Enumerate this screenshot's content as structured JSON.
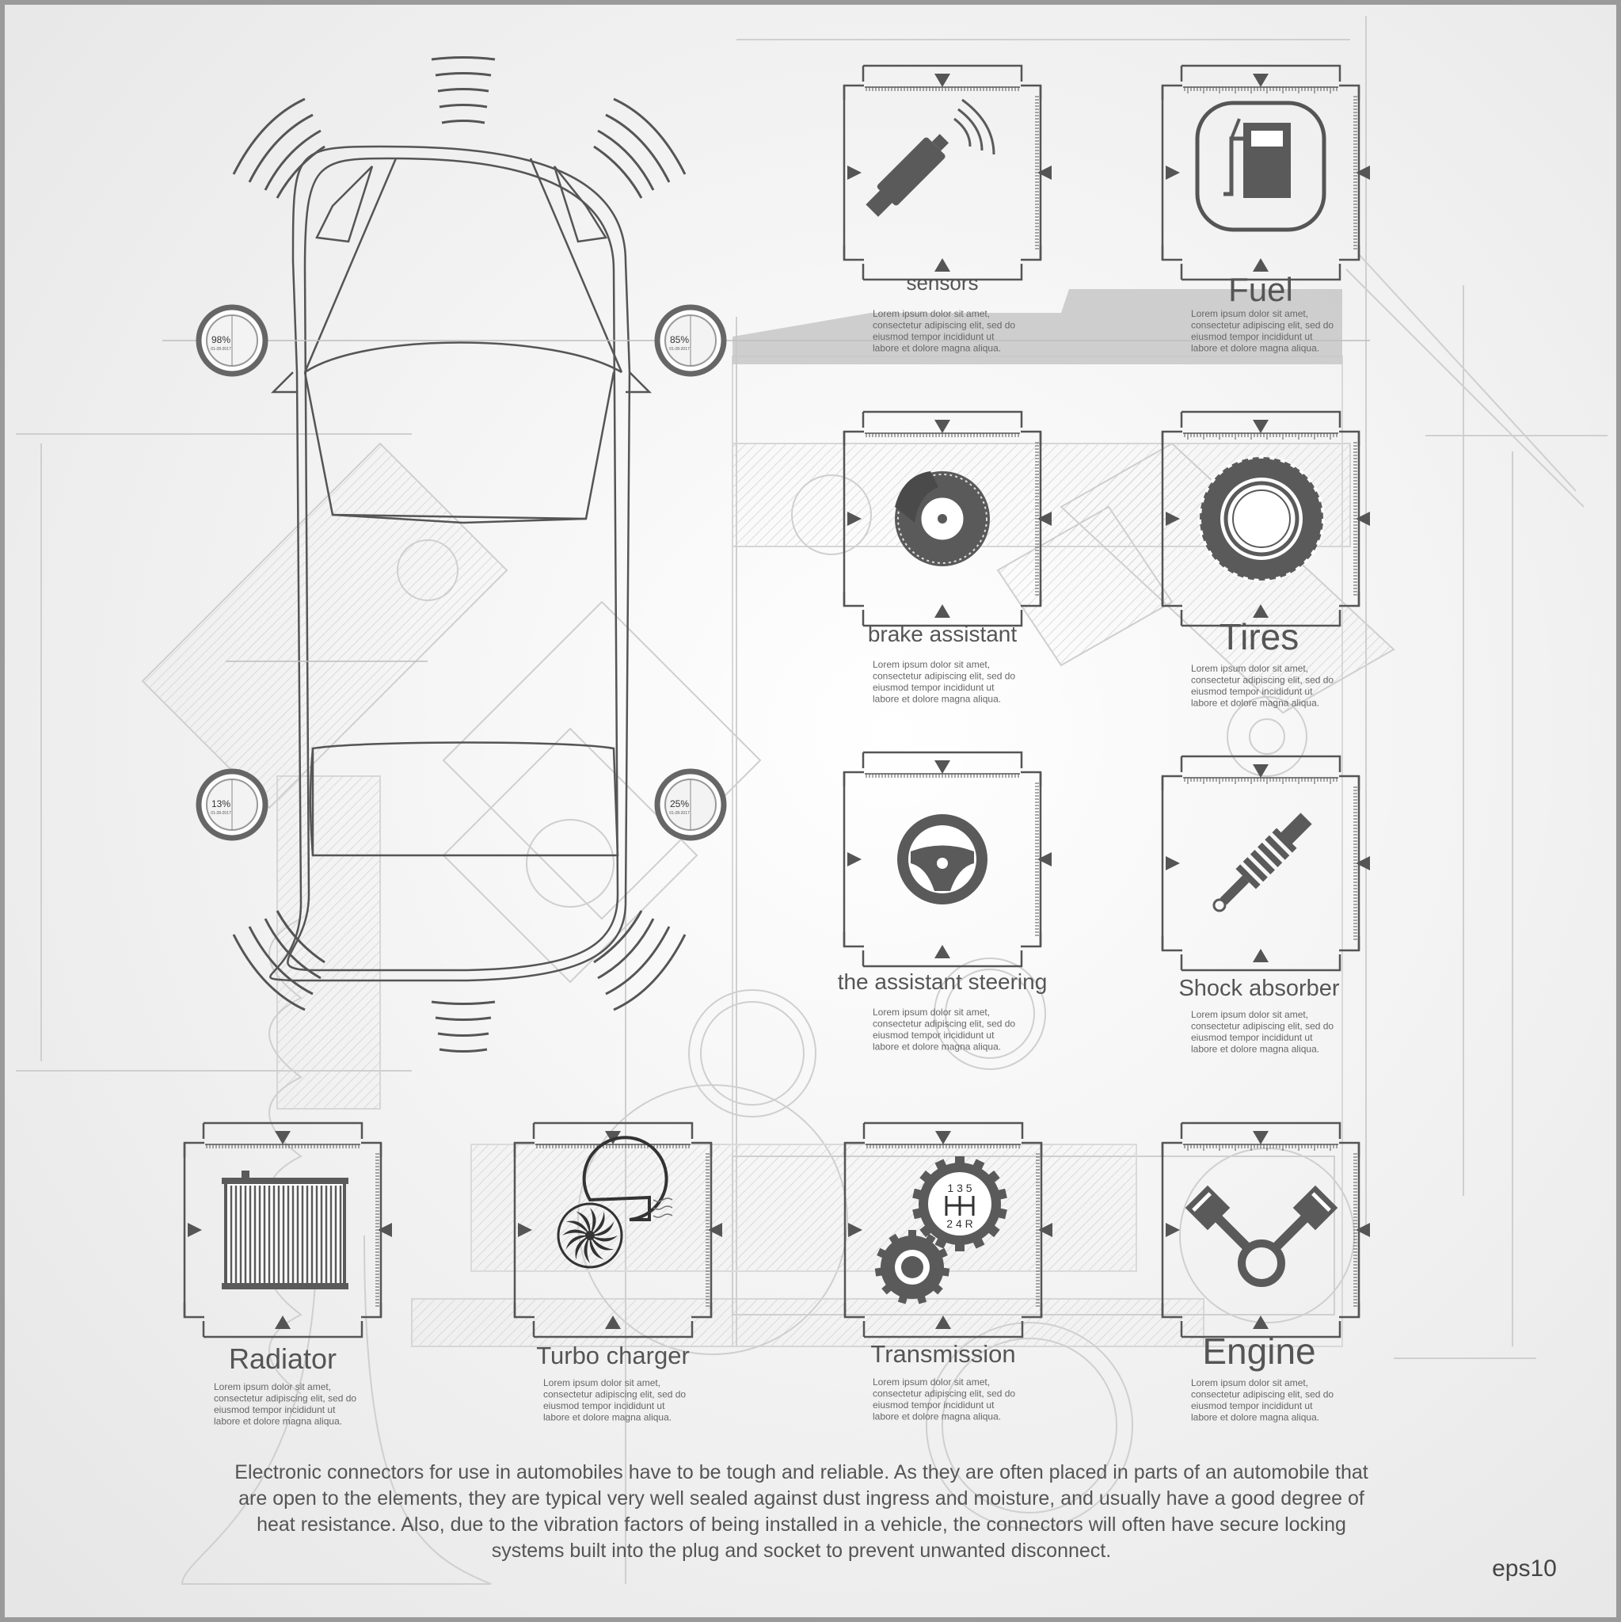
{
  "labels": {
    "sensors": "sensors",
    "fuel": "Fuel",
    "brake": "brake assistant",
    "tires": "Tires",
    "steering": "the assistant steering",
    "shock": "Shock absorber",
    "radiator": "Radiator",
    "turbo": "Turbo  charger",
    "transmission": "Transmission",
    "engine": "Engine"
  },
  "lorem": [
    "Lorem ipsum dolor sit amet,",
    "consectetur adipiscing elit, sed do",
    "eiusmod tempor incididunt ut",
    "labore et dolore magna aliqua."
  ],
  "gauges": [
    "98%",
    "85%",
    "13%",
    "25%"
  ],
  "gauge_date": "01-28-2017",
  "gear_numbers": [
    "1 3 5",
    "2 4 R"
  ],
  "bottom_text": [
    "Electronic connectors for use in automobiles have to be tough and reliable. As they are often placed in parts of an automobile that",
    "are open to the elements, they are typical very well sealed against dust ingress and moisture, and usually have a good degree of",
    "heat resistance. Also, due to the vibration factors of being installed in a vehicle, the connectors will often have secure locking",
    "systems built into the plug and socket to prevent unwanted disconnect."
  ],
  "format_tag": "eps10",
  "icons": [
    "sensor-icon",
    "fuel-pump-icon",
    "brake-disc-icon",
    "tire-icon",
    "steering-wheel-icon",
    "shock-absorber-icon",
    "radiator-icon",
    "turbocharger-icon",
    "gearbox-icon",
    "engine-piston-icon"
  ],
  "colors": {
    "background_center": "#ffffff",
    "background_edge": "#e6e6e6",
    "icon_fill": "#5a5a5a",
    "line": "#555555",
    "faint_line": "#cfcfcf",
    "frame": "#9a9a9a"
  }
}
